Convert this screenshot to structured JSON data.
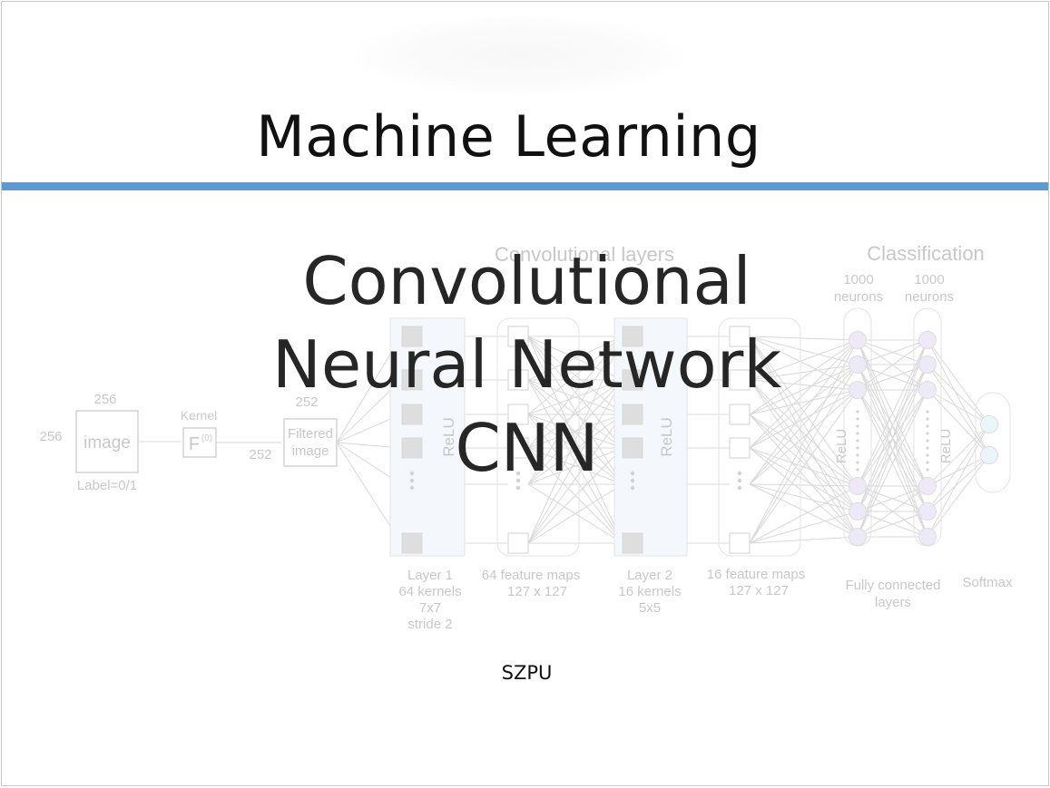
{
  "slide": {
    "header_title": "Machine Learning",
    "title_lines": [
      "Convolutional",
      "Neural Network",
      "CNN"
    ],
    "subtitle": "SZPU"
  },
  "colors": {
    "accent_rule": "#5b9bd5",
    "diagram_neuron": "#c8bde6",
    "diagram_softmax": "#bfe6f0"
  },
  "diagram": {
    "heading_conv": "Convolutional layers",
    "heading_class": "Classification",
    "input_size_top": "256",
    "input_size_left": "256",
    "input_label": "image",
    "input_caption": "Label=0/1",
    "kernel_label": "Kernel",
    "kernel_symbol": "F",
    "kernel_sup": "(0)",
    "filtered_size_top": "252",
    "filtered_size_left": "252",
    "filtered_label_1": "Filtered",
    "filtered_label_2": "image",
    "relu": "ReLU",
    "layer1_caption": [
      "Layer 1",
      "64 kernels",
      "7x7",
      "stride 2"
    ],
    "maps1_caption": [
      "64 feature maps",
      "127 x 127"
    ],
    "layer2_caption": [
      "Layer 2",
      "16 kernels",
      "5x5"
    ],
    "maps2_caption": [
      "16 feature maps",
      "127 x 127"
    ],
    "neurons_a": [
      "1000",
      "neurons"
    ],
    "neurons_b": [
      "1000",
      "neurons"
    ],
    "fc_caption": [
      "Fully connected",
      "layers"
    ],
    "softmax_caption": "Softmax"
  }
}
